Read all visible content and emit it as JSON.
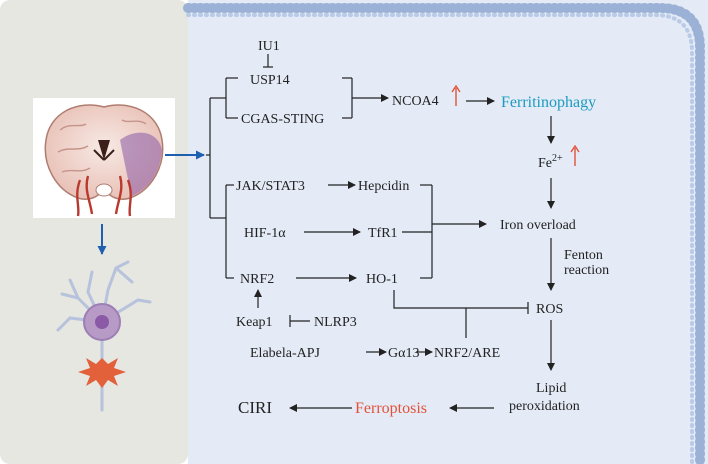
{
  "pathway": {
    "iu1": "IU1",
    "usp14": "USP14",
    "cgas_sting": "CGAS-STING",
    "ncoa4": "NCOA4",
    "ferritinophagy": "Ferritinophagy",
    "fe_base": "Fe",
    "fe_sup": "2+",
    "jak_stat3": "JAK/STAT3",
    "hepcidin": "Hepcidin",
    "hif1a": "HIF-1α",
    "tfr1": "TfR1",
    "iron_overload": "Iron overload",
    "fenton_line1": "Fenton",
    "fenton_line2": "reaction",
    "nrf2": "NRF2",
    "ho1": "HO-1",
    "ros": "ROS",
    "keap1": "Keap1",
    "nlrp3": "NLRP3",
    "elabela_apj": "Elabela-APJ",
    "galpha13": "Gα13",
    "nrf2_are": "NRF2/ARE",
    "lipid_line1": "Lipid",
    "lipid_line2": "peroxidation",
    "ferroptosis": "Ferroptosis",
    "ciri": "CIRI"
  },
  "colors": {
    "panel_left": "#e6e7e1",
    "cell_interior": "#e4ebf6",
    "membrane": "#9bb2d6",
    "accent_teal": "#1a9bbf",
    "accent_red": "#e2523a",
    "arrow_blue": "#1f5fb0"
  },
  "icons": {
    "brain": "brain-coronal-section-icon",
    "neuron": "neuron-icon",
    "damage": "damage-burst-icon",
    "up_arrow": "up-arrow-icon"
  }
}
